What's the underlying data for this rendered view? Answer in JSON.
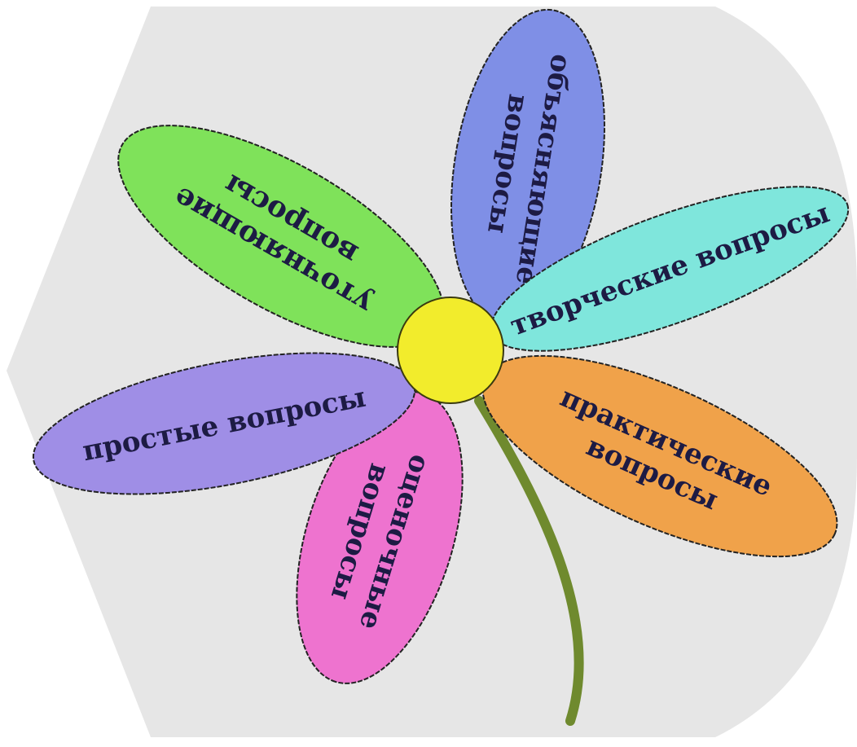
{
  "colors": {
    "background": "#e6e6e6",
    "center": "#f2ec2c",
    "stem": "#6f8a2e",
    "text": "#1d1b44"
  },
  "petals": [
    {
      "id": "clarifying",
      "lines": [
        "уточняющие",
        "вопросы"
      ],
      "color": "#7fe25a"
    },
    {
      "id": "explanatory",
      "lines": [
        "объясняющие",
        "вопросы"
      ],
      "color": "#7f8fe6"
    },
    {
      "id": "creative",
      "lines": [
        "творческие вопросы"
      ],
      "color": "#7fe6dc"
    },
    {
      "id": "practical",
      "lines": [
        "практические",
        "вопросы"
      ],
      "color": "#f0a24a"
    },
    {
      "id": "evaluative",
      "lines": [
        "оценочные",
        "вопросы"
      ],
      "color": "#ee73cf"
    },
    {
      "id": "simple",
      "lines": [
        "простые вопросы"
      ],
      "color": "#9f8ee6"
    }
  ]
}
